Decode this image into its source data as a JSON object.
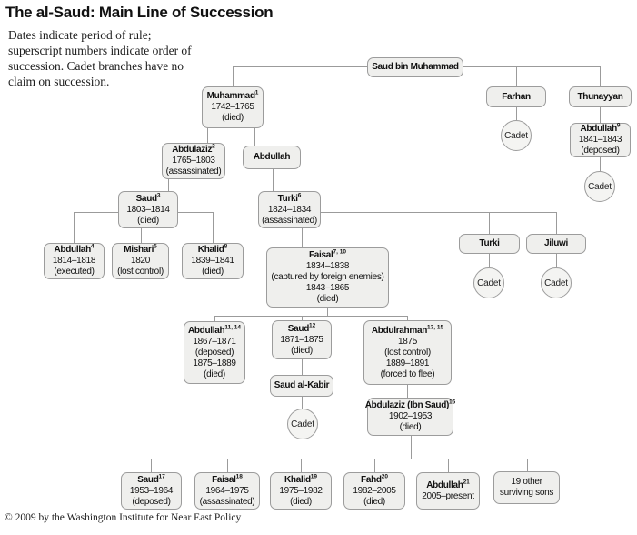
{
  "title": "The al-Saud: Main Line of Succession",
  "note_lines": [
    "Dates indicate period of rule;",
    "superscript numbers indicate order of",
    "succession. Cadet branches have no",
    "claim on succession."
  ],
  "footer": "© 2009 by the Washington Institute for Near East Policy",
  "diagram": {
    "cadet_label": "Cadet",
    "nodes": [
      {
        "id": "saud-bin-muhammad",
        "name": "Saud bin Muhammad",
        "sup": "",
        "lines": []
      },
      {
        "id": "muhammad-1",
        "name": "Muhammad",
        "sup": "1",
        "lines": [
          "1742–1765",
          "(died)"
        ]
      },
      {
        "id": "farhan",
        "name": "Farhan",
        "sup": "",
        "lines": []
      },
      {
        "id": "thunayyan",
        "name": "Thunayyan",
        "sup": "",
        "lines": []
      },
      {
        "id": "abdullah-9",
        "name": "Abdullah",
        "sup": "9",
        "lines": [
          "1841–1843",
          "(deposed)"
        ]
      },
      {
        "id": "abdulaziz-2",
        "name": "Abdulaziz",
        "sup": "2",
        "lines": [
          "1765–1803",
          "(assassinated)"
        ]
      },
      {
        "id": "abdullah",
        "name": "Abdullah",
        "sup": "",
        "lines": []
      },
      {
        "id": "saud-3",
        "name": "Saud",
        "sup": "3",
        "lines": [
          "1803–1814",
          "(died)"
        ]
      },
      {
        "id": "turki-6",
        "name": "Turki",
        "sup": "6",
        "lines": [
          "1824–1834",
          "(assassinated)"
        ]
      },
      {
        "id": "abdullah-4",
        "name": "Abdullah",
        "sup": "4",
        "lines": [
          "1814–1818",
          "(executed)"
        ]
      },
      {
        "id": "mishari-5",
        "name": "Mishari",
        "sup": "5",
        "lines": [
          "1820",
          "(lost control)"
        ]
      },
      {
        "id": "khalid-8",
        "name": "Khalid",
        "sup": "8",
        "lines": [
          "1839–1841",
          "(died)"
        ]
      },
      {
        "id": "faisal-7-10",
        "name": "Faisal",
        "sup": "7, 10",
        "lines": [
          "1834–1838",
          "(captured by foreign enemies)",
          "1843–1865",
          "(died)"
        ]
      },
      {
        "id": "turki-branch",
        "name": "Turki",
        "sup": "",
        "lines": []
      },
      {
        "id": "jiluwi-branch",
        "name": "Jiluwi",
        "sup": "",
        "lines": []
      },
      {
        "id": "abdullah-11-14",
        "name": "Abdullah",
        "sup": "11, 14",
        "lines": [
          "1867–1871",
          "(deposed)",
          "1875–1889",
          "(died)"
        ]
      },
      {
        "id": "saud-12",
        "name": "Saud",
        "sup": "12",
        "lines": [
          "1871–1875",
          "(died)"
        ]
      },
      {
        "id": "saud-al-kabir",
        "name": "Saud al-Kabir",
        "sup": "",
        "lines": []
      },
      {
        "id": "abdulrahman-13-15",
        "name": "Abdulrahman",
        "sup": "13, 15",
        "lines": [
          "1875",
          "(lost control)",
          "1889–1891",
          "(forced to flee)"
        ]
      },
      {
        "id": "abdulaziz-ibn-saud-16",
        "name": "Abdulaziz (Ibn Saud)",
        "sup": "16",
        "lines": [
          "1902–1953",
          "(died)"
        ]
      },
      {
        "id": "saud-17",
        "name": "Saud",
        "sup": "17",
        "lines": [
          "1953–1964",
          "(deposed)"
        ]
      },
      {
        "id": "faisal-18",
        "name": "Faisal",
        "sup": "18",
        "lines": [
          "1964–1975",
          "(assassinated)"
        ]
      },
      {
        "id": "khalid-19",
        "name": "Khalid",
        "sup": "19",
        "lines": [
          "1975–1982",
          "(died)"
        ]
      },
      {
        "id": "fahd-20",
        "name": "Fahd",
        "sup": "20",
        "lines": [
          "1982–2005",
          "(died)"
        ]
      },
      {
        "id": "abdullah-21",
        "name": "Abdullah",
        "sup": "21",
        "lines": [
          "2005–present"
        ]
      },
      {
        "id": "other-sons",
        "name": "",
        "sup": "",
        "lines": [
          "19 other",
          "surviving sons"
        ]
      }
    ],
    "cadets": [
      {
        "id": "farhan-cadet"
      },
      {
        "id": "thunayyan-cadet"
      },
      {
        "id": "turki-cadet"
      },
      {
        "id": "jiluwi-cadet"
      },
      {
        "id": "saud-al-kabir-cadet"
      }
    ]
  }
}
